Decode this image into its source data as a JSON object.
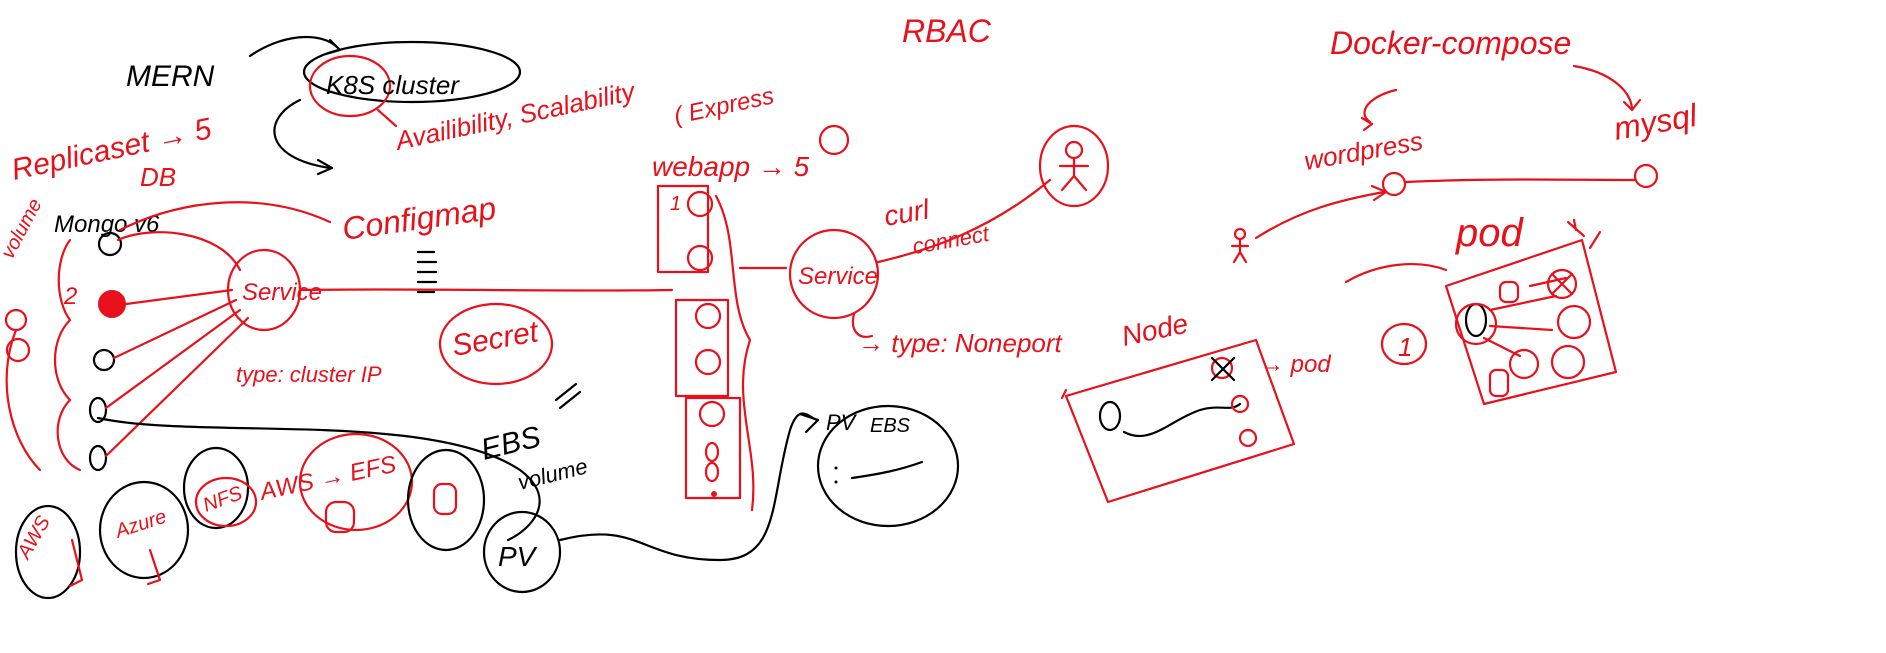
{
  "colors": {
    "red": "#e8101a",
    "black": "#000000",
    "background": "#ffffff"
  },
  "labels": {
    "mern": "MERN",
    "k8s_cluster": "K8S cluster",
    "availability": "Availibility, Scalability",
    "replicaset": "Replicaset → 5",
    "db": "DB",
    "mongo": "Mongo v6",
    "volume": "volume",
    "configmap": "Configmap",
    "service_left": "Service",
    "type_clusterip": "type: cluster IP",
    "secret": "Secret",
    "ebs": "EBS",
    "volume2": "volume",
    "aws1": "AWS",
    "azure": "Azure",
    "nfs": "NFS",
    "aws_efs": "AWS → EFS",
    "pv": "PV",
    "pv_arrow": "PV",
    "ebs_disk": "EBS",
    "express": "( Express",
    "webapp": "webapp → 5",
    "service_right": "Service",
    "curl": "curl",
    "connect": "connect",
    "type_nodeport": "→ type: Noneport",
    "rbac": "RBAC",
    "node": "Node",
    "pod_arrow": "→ pod",
    "docker_compose": "Docker-compose",
    "wordpress": "wordpress",
    "mysql": "mysql",
    "pod": "pod",
    "one": "1",
    "num_1": "1",
    "num_2": "2"
  }
}
